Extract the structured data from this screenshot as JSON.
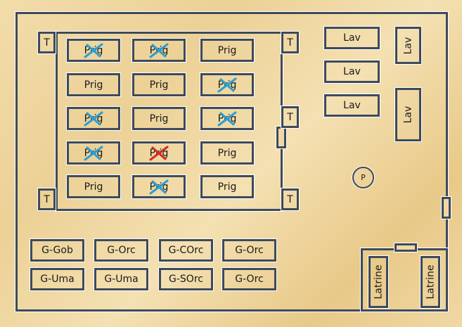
{
  "colors": {
    "wall": "#3d4a5c",
    "cross_blue": "#2a9fd6",
    "cross_red": "#d42a2a"
  },
  "towers": [
    "T",
    "T",
    "T",
    "T",
    "T"
  ],
  "cells": [
    {
      "label": "Prig",
      "mark": "blue"
    },
    {
      "label": "Prig",
      "mark": "blue"
    },
    {
      "label": "Prig",
      "mark": null
    },
    {
      "label": "Prig",
      "mark": null
    },
    {
      "label": "Prig",
      "mark": null
    },
    {
      "label": "Prig",
      "mark": "blue"
    },
    {
      "label": "Prig",
      "mark": "blue"
    },
    {
      "label": "Prig",
      "mark": null
    },
    {
      "label": "Prig",
      "mark": "blue"
    },
    {
      "label": "Prig",
      "mark": "blue"
    },
    {
      "label": "Prig",
      "mark": "red"
    },
    {
      "label": "Prig",
      "mark": null
    },
    {
      "label": "Prig",
      "mark": null
    },
    {
      "label": "Prig",
      "mark": "blue"
    },
    {
      "label": "Prig",
      "mark": null
    }
  ],
  "lavs": [
    "Lav",
    "Lav",
    "Lav",
    "Lav",
    "Lav"
  ],
  "point": "P",
  "guards": [
    "G-Gob",
    "G-Orc",
    "G-COrc",
    "G-Orc",
    "G-Uma",
    "G-Uma",
    "G-SOrc",
    "G-Orc"
  ],
  "latrines": [
    "Latrine",
    "Latrine"
  ]
}
